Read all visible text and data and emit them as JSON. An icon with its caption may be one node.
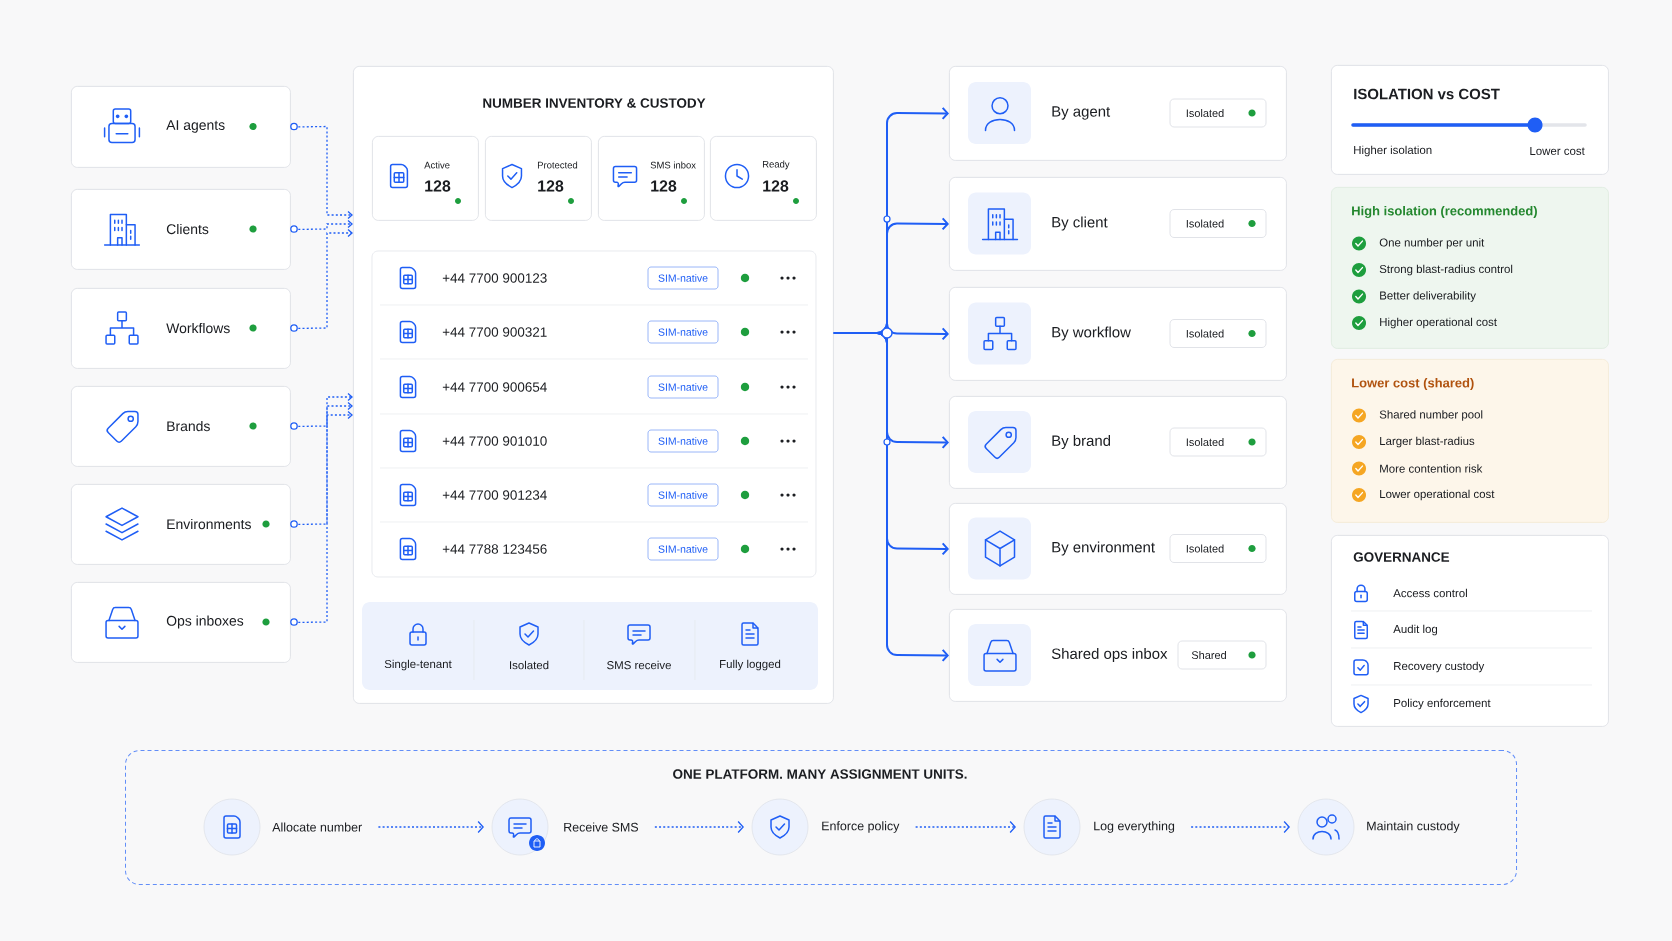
{
  "diagram": {
    "nodes": [
      {
        "text": [
          "AI agents"
        ]
      },
      {
        "text": [
          "Clients"
        ]
      },
      {
        "text": [
          "Workflows"
        ]
      },
      {
        "text": [
          "Brands"
        ]
      },
      {
        "text": [
          "Environments"
        ]
      },
      {
        "text": [
          "Ops inboxes"
        ]
      },
      {
        "text": [
          "NUMBER INVENTORY & CUSTODY"
        ]
      },
      {
        "text": [
          "Active",
          "128"
        ],
        "in": 6
      },
      {
        "text": [
          "Protected",
          "128"
        ],
        "in": 6
      },
      {
        "text": [
          "SMS inbox",
          "128"
        ],
        "in": 6
      },
      {
        "text": [
          "Ready",
          "128"
        ],
        "in": 6
      },
      {
        "text": [
          "+44 7700 900123",
          "SIM-native"
        ],
        "in": 6
      },
      {
        "text": [
          "+44 7700 900321",
          "SIM-native"
        ],
        "in": 6
      },
      {
        "text": [
          "+44 7700 900654",
          "SIM-native"
        ],
        "in": 6
      },
      {
        "text": [
          "+44 7700 901010",
          "SIM-native"
        ],
        "in": 6
      },
      {
        "text": [
          "+44 7700 901234",
          "SIM-native"
        ],
        "in": 6
      },
      {
        "text": [
          "+44 7788 123456",
          "SIM-native"
        ],
        "in": 6
      },
      {
        "text": [
          "Single-tenant"
        ],
        "in": 6
      },
      {
        "text": [
          "Isolated"
        ],
        "in": 6
      },
      {
        "text": [
          "SMS receive"
        ],
        "in": 6
      },
      {
        "text": [
          "Fully logged"
        ],
        "in": 6
      },
      {
        "text": [
          "By agent",
          "Isolated"
        ]
      },
      {
        "text": [
          "By client",
          "Isolated"
        ]
      },
      {
        "text": [
          "By workflow",
          "Isolated"
        ]
      },
      {
        "text": [
          "By brand",
          "Isolated"
        ]
      },
      {
        "text": [
          "By environment",
          "Isolated"
        ]
      },
      {
        "text": [
          "Shared ops inbox",
          "Shared"
        ]
      },
      {
        "text": [
          "ISOLATION vs COST",
          "Higher isolation",
          "Lower cost"
        ]
      },
      {
        "text": [
          "High isolation (recommended)",
          "One number per unit",
          "Strong blast-radius control",
          "Better deliverability",
          "Higher operational cost"
        ]
      },
      {
        "text": [
          "Lower cost (shared)",
          "Shared number pool",
          "Larger blast-radius",
          "More contention risk",
          "Lower operational cost"
        ]
      },
      {
        "text": [
          "GOVERNANCE",
          "Access control",
          "Audit log",
          "Recovery custody",
          "Policy enforcement"
        ]
      },
      {
        "text": [
          "ONE PLATFORM. MANY ASSIGNMENT UNITS."
        ]
      },
      {
        "text": [
          "Allocate number"
        ],
        "in": 31
      },
      {
        "text": [
          "Receive SMS"
        ],
        "in": 31
      },
      {
        "text": [
          "Enforce policy"
        ],
        "in": 31
      },
      {
        "text": [
          "Log everything"
        ],
        "in": 31
      },
      {
        "text": [
          "Maintain custody"
        ],
        "in": 31
      }
    ],
    "edges": [
      {
        "from": 0,
        "to": 6,
        "arrow": "to",
        "style": "dashed"
      },
      {
        "from": 1,
        "to": 6,
        "arrow": "to",
        "style": "dashed"
      },
      {
        "from": 2,
        "to": 6,
        "arrow": "to",
        "style": "dashed"
      },
      {
        "from": 3,
        "to": 6,
        "arrow": "to",
        "style": "dashed"
      },
      {
        "from": 4,
        "to": 6,
        "arrow": "to",
        "style": "dashed"
      },
      {
        "from": 5,
        "to": 6,
        "arrow": "to",
        "style": "dashed"
      },
      {
        "from": 6,
        "to": 21,
        "arrow": "to"
      },
      {
        "from": 6,
        "to": 22,
        "arrow": "to"
      },
      {
        "from": 6,
        "to": 23,
        "arrow": "to"
      },
      {
        "from": 6,
        "to": 24,
        "arrow": "to"
      },
      {
        "from": 6,
        "to": 25,
        "arrow": "to"
      },
      {
        "from": 6,
        "to": 26,
        "arrow": "to"
      },
      {
        "from": 32,
        "to": 33,
        "arrow": "to",
        "style": "dashed"
      },
      {
        "from": 33,
        "to": 34,
        "arrow": "to",
        "style": "dashed"
      },
      {
        "from": 34,
        "to": 35,
        "arrow": "to",
        "style": "dashed"
      },
      {
        "from": 35,
        "to": 36,
        "arrow": "to",
        "style": "dashed"
      }
    ]
  }
}
